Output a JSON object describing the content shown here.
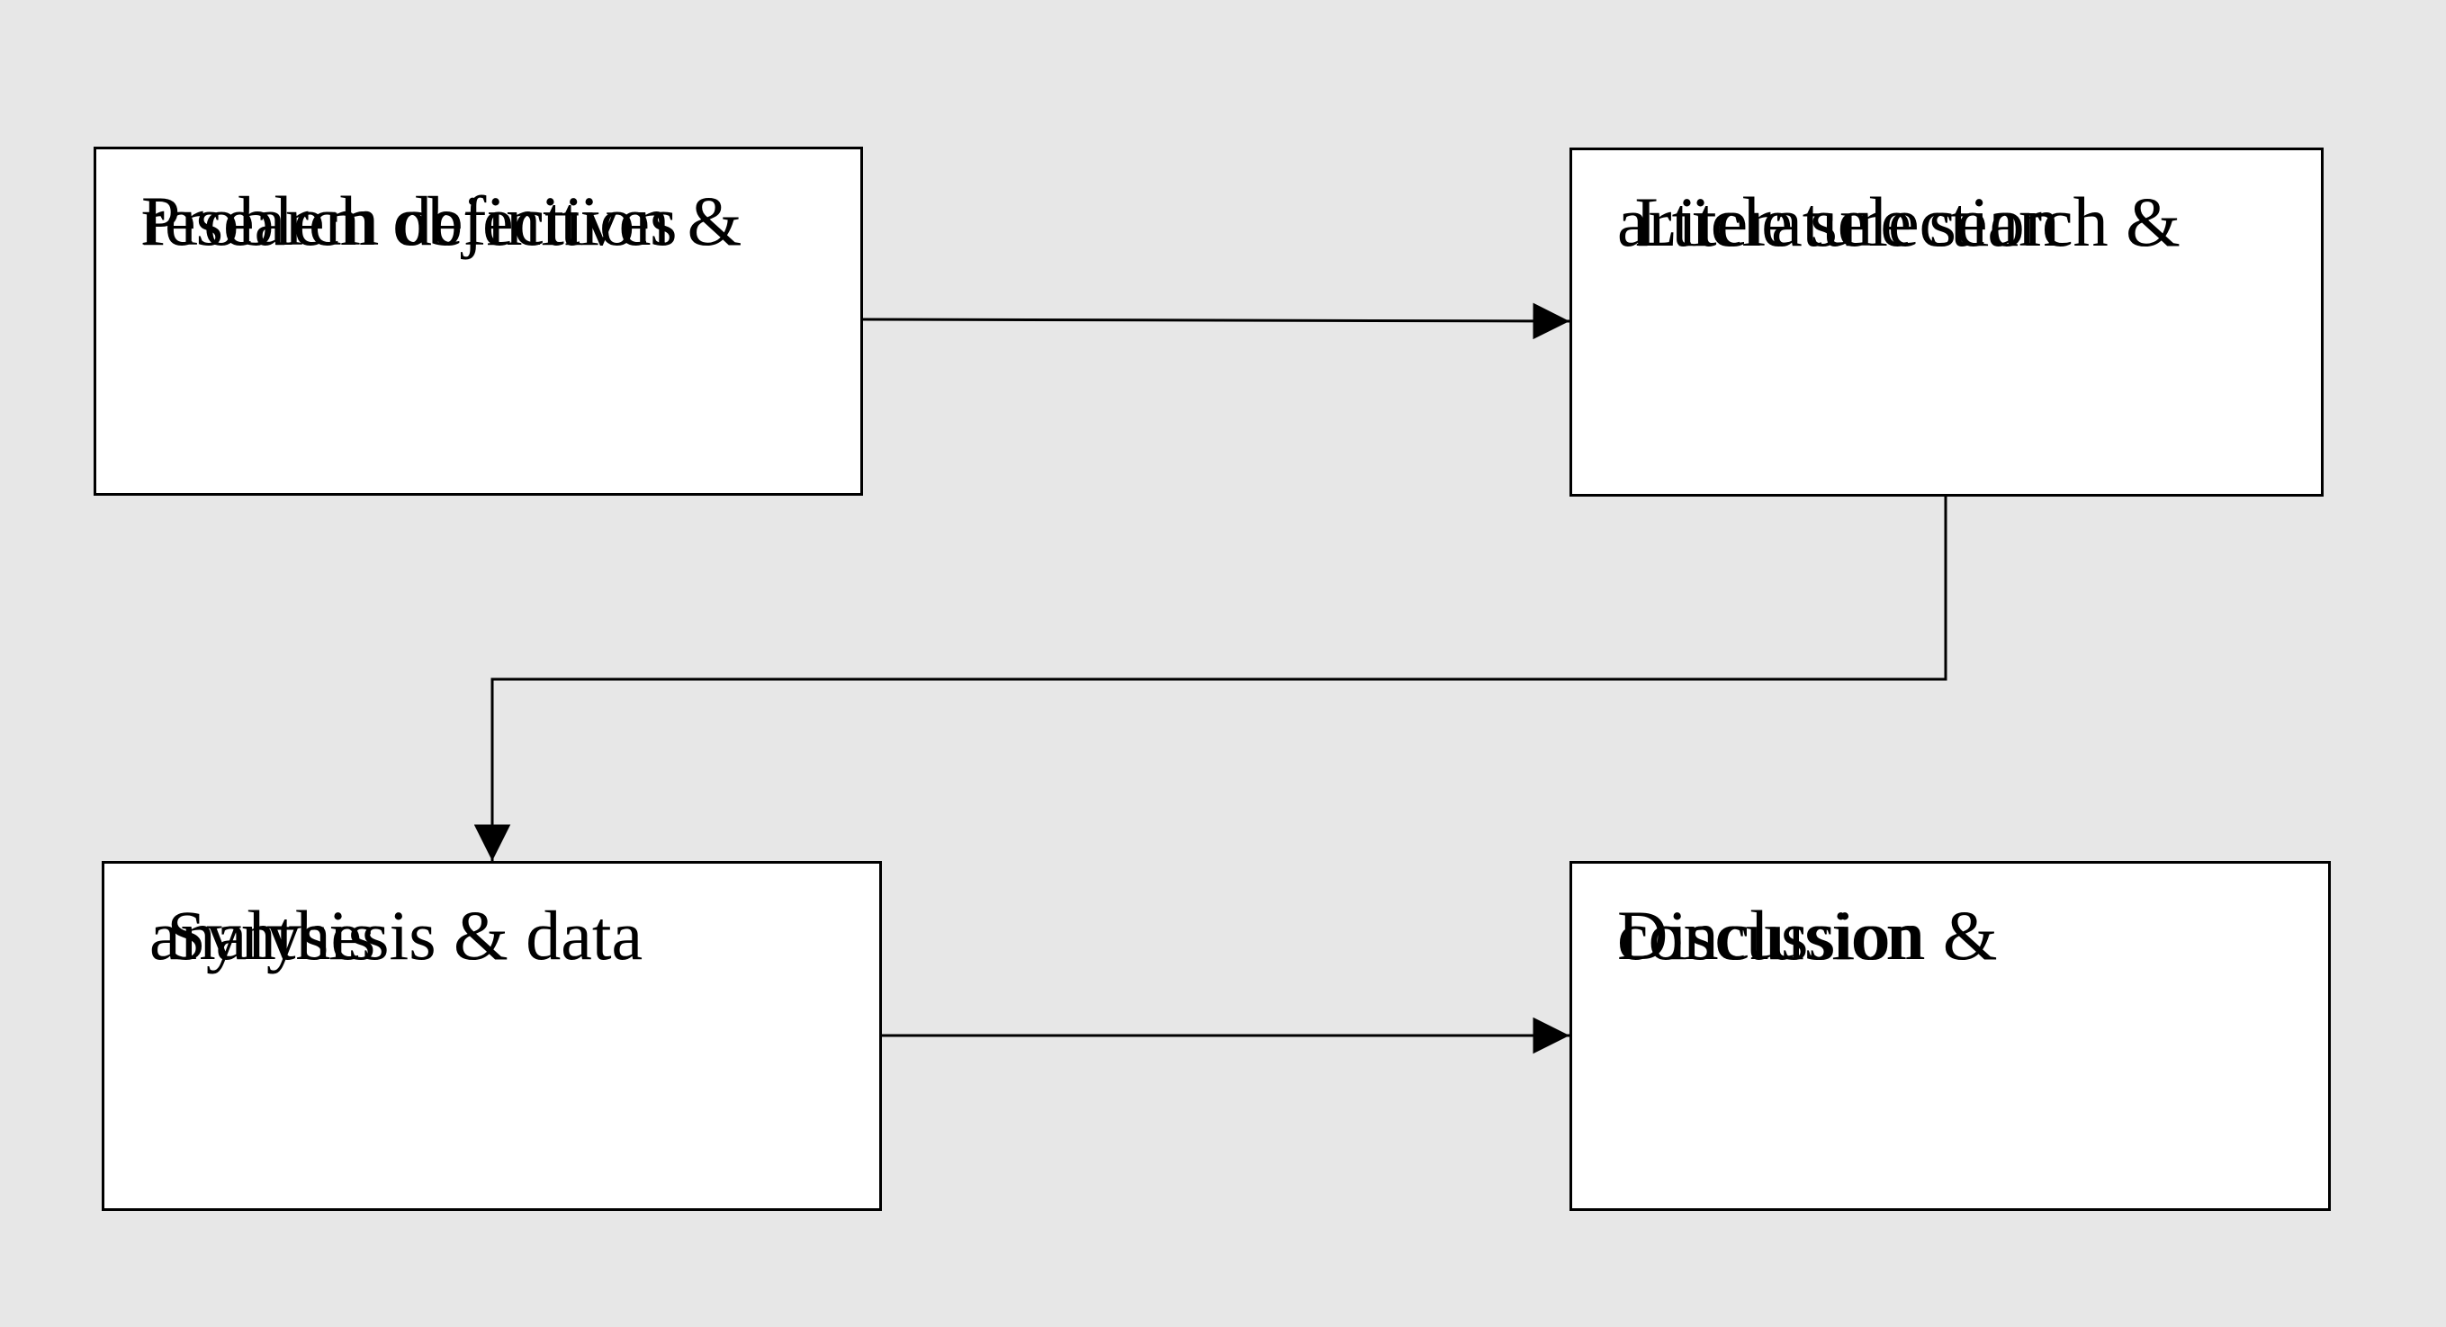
{
  "diagram": {
    "steps": [
      {
        "id": "problem-definition",
        "lines": [
          "Problem definition &",
          "research objectives"
        ]
      },
      {
        "id": "literature-search",
        "lines": [
          " Literature search &",
          "article selection"
        ]
      },
      {
        "id": "synthesis",
        "lines": [
          " Synthesis & data",
          "analysis"
        ]
      },
      {
        "id": "discussion",
        "lines": [
          "Discussion &",
          "conclusion"
        ]
      }
    ],
    "connections": [
      {
        "from": "problem-definition",
        "to": "literature-search"
      },
      {
        "from": "literature-search",
        "to": "synthesis"
      },
      {
        "from": "synthesis",
        "to": "discussion"
      }
    ],
    "colors": {
      "background": "#e7e7e7",
      "box_fill": "#ffffff",
      "stroke": "#000000"
    }
  }
}
